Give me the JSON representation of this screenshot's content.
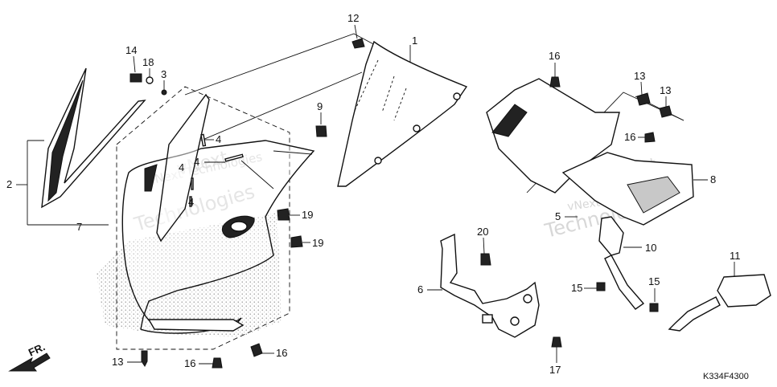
{
  "diagram": {
    "code": "K334F4300",
    "direction_label": "FR.",
    "watermark_lines": [
      "vNext Technologies",
      "vNext",
      "Technologies"
    ],
    "callouts": [
      "1",
      "2",
      "3",
      "4",
      "4",
      "4",
      "4",
      "5",
      "6",
      "7",
      "8",
      "9",
      "10",
      "11",
      "12",
      "13",
      "13",
      "13",
      "14",
      "15",
      "15",
      "16",
      "16",
      "16",
      "16",
      "17",
      "18",
      "19",
      "19",
      "20"
    ]
  }
}
